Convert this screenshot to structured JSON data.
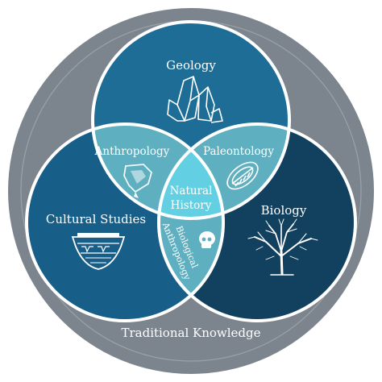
{
  "diagram": {
    "outer_label": "Traditional Knowledge",
    "circles": {
      "top": "Geology",
      "left": "Cultural Studies",
      "right": "Biology"
    },
    "overlaps": {
      "top_left": "Anthropology",
      "top_right": "Paleontology",
      "left_right_line1": "Biological",
      "left_right_line2": "Anthropology",
      "center_line1": "Natural",
      "center_line2": "History"
    },
    "icons": {
      "top": "crystal-icon",
      "left": "pottery-icon",
      "right": "tree-icon",
      "top_left": "arrowhead-icon",
      "top_right": "fossil-icon",
      "left_right": "skull-icon"
    },
    "colors": {
      "outer_ring": "#7c858d",
      "geology": "#1d6d96",
      "cultural_studies": "#175e88",
      "biology": "#12405f",
      "pair_overlap": "#5eafbf",
      "center": "#62d0e2",
      "stroke": "#ffffff"
    }
  }
}
